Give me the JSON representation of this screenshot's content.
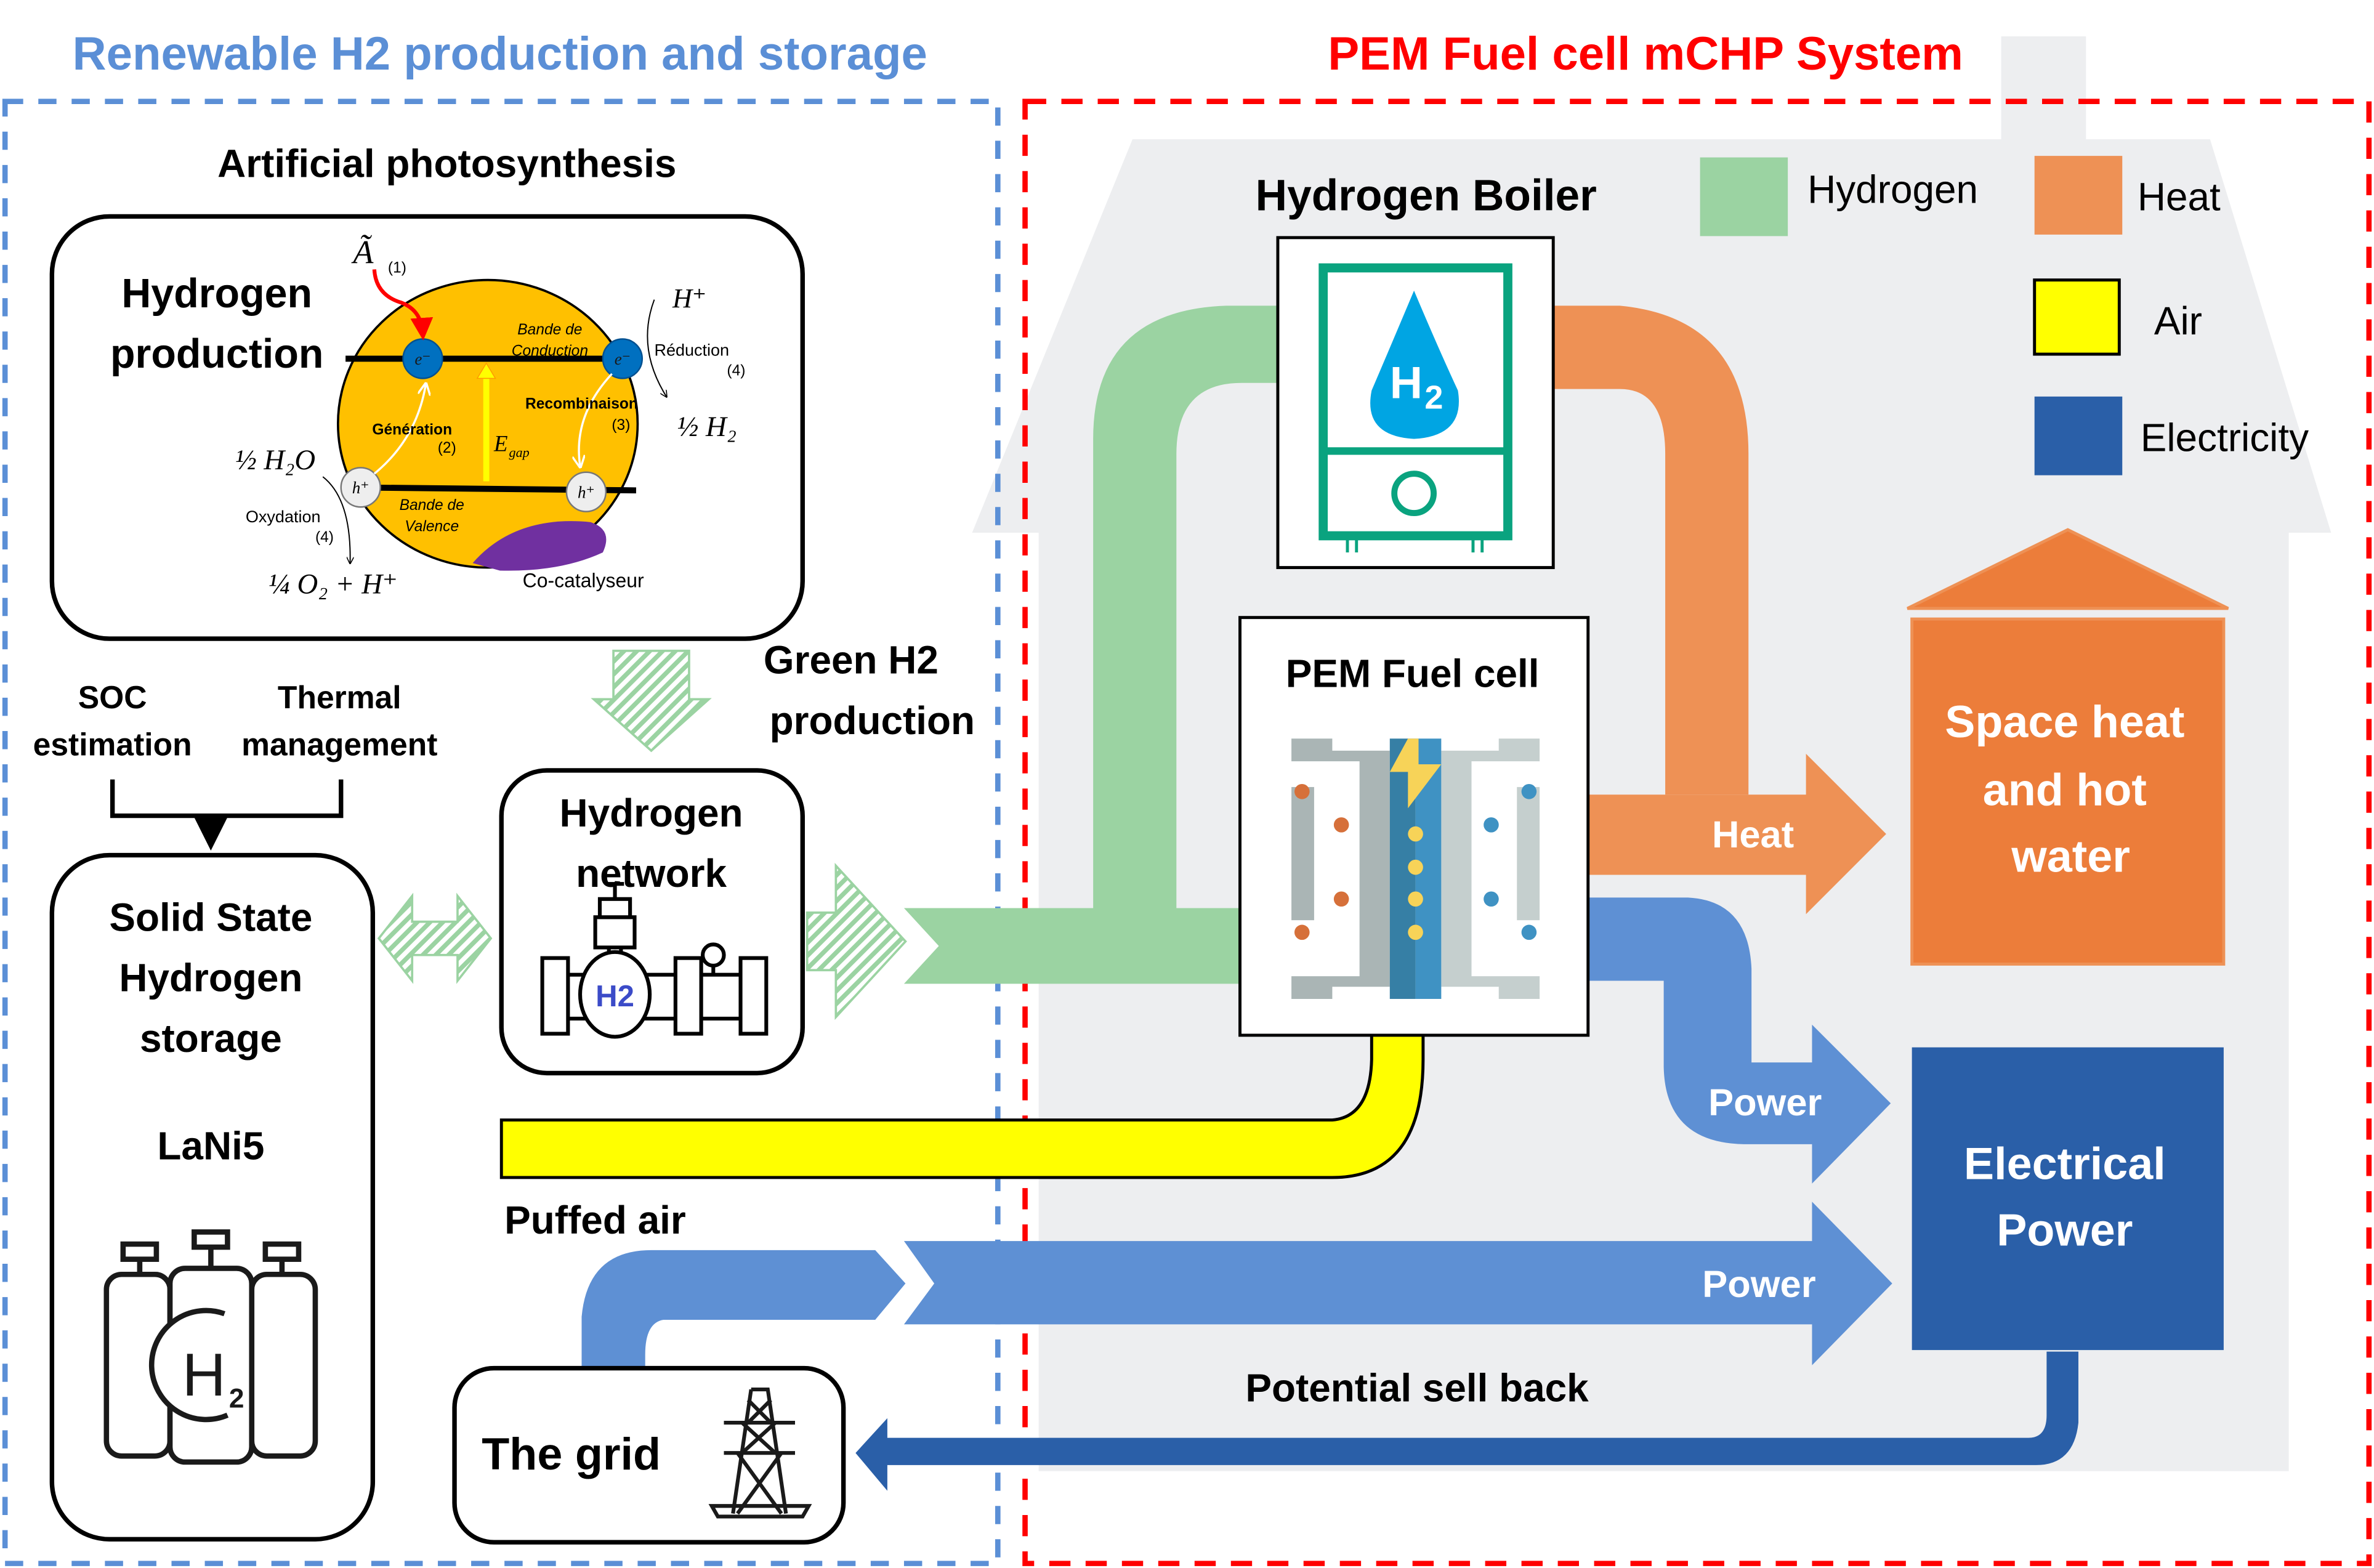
{
  "sections": {
    "left_title": "Renewable H2 production and storage",
    "right_title": "PEM Fuel cell mCHP System"
  },
  "photosynthesis": {
    "heading": "Artificial photosynthesis",
    "box_title_line1": "Hydrogen",
    "box_title_line2": "production",
    "photon": "Ã",
    "photon_index": "(1)",
    "conduction_line1": "Bande de",
    "conduction_line2": "Conduction",
    "valence_line1": "Bande de",
    "valence_line2": "Valence",
    "electron": "e⁻",
    "hole": "h⁺",
    "generation": "Génération",
    "generation_index": "(2)",
    "recombination": "Recombinaison",
    "recombination_index": "(3)",
    "egap": "E",
    "egap_sub": "gap",
    "reduction": "Réduction",
    "reduction_index": "(4)",
    "oxidation": "Oxydation",
    "oxidation_index": "(4)",
    "h_plus": "H⁺",
    "half_h2": "½ H₂",
    "half_h2o": "½ H₂O",
    "quarter_o2": "¼ O₂ + H⁺",
    "cocatalyst": "Co-catalyseur"
  },
  "management": {
    "soc_line1": "SOC",
    "soc_line2": "estimation",
    "thermal_line1": "Thermal",
    "thermal_line2": "management"
  },
  "storage": {
    "title_line1": "Solid State",
    "title_line2": "Hydrogen",
    "title_line3": "storage",
    "material": "LaNi5",
    "icon_label": "H",
    "icon_sub": "2"
  },
  "network": {
    "title_line1": "Hydrogen",
    "title_line2": "network",
    "icon_label": "H2"
  },
  "green_h2": {
    "line1": "Green H2",
    "line2": "production"
  },
  "air": {
    "label": "Puffed air"
  },
  "grid": {
    "label": "The grid"
  },
  "boiler": {
    "title": "Hydrogen Boiler",
    "icon_label": "H",
    "icon_sub": "2"
  },
  "fuel_cell": {
    "title": "PEM Fuel cell"
  },
  "flows": {
    "heat": "Heat",
    "power_fc": "Power",
    "power_grid": "Power",
    "sell_back": "Potential sell back"
  },
  "outputs": {
    "space_heat_line1": "Space heat",
    "space_heat_line2": "and hot",
    "space_heat_line3": "water",
    "electrical_line1": "Electrical",
    "electrical_line2": "Power"
  },
  "legend": {
    "items": [
      {
        "label": "Hydrogen",
        "color": "#9BD3A2"
      },
      {
        "label": "Heat",
        "color": "#EE9155"
      },
      {
        "label": "Air",
        "color": "#FFFF00"
      },
      {
        "label": "Electricity",
        "color": "#2A5FA8"
      }
    ]
  },
  "colors": {
    "left_border": "#5B8FD6",
    "right_border": "#FF0000",
    "house": "#EDEEF0",
    "hydrogen": "#9BD3A2",
    "heat": "#EE9155",
    "heat_box": "#EC7D3A",
    "power": "#5E90D4",
    "electricity": "#2A5FA8",
    "air": "#FFFF00"
  }
}
